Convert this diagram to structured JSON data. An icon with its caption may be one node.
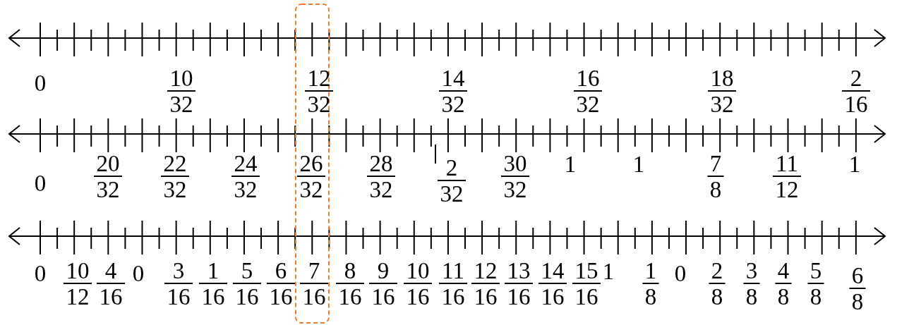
{
  "diagram": {
    "labels": [
      "0",
      "10",
      "32",
      "12",
      "32",
      "14",
      "32",
      "16",
      "32",
      "18",
      "32",
      "2",
      "16",
      "0",
      "20",
      "32",
      "22",
      "32",
      "24",
      "32",
      "26",
      "32",
      "28",
      "32",
      "2",
      "32",
      "30",
      "32",
      "1",
      "1",
      "7",
      "8",
      "11",
      "12",
      "1",
      "0",
      "10",
      "12",
      "4",
      "16",
      "0",
      "3",
      "16",
      "1",
      "16",
      "5",
      "16",
      "6",
      "16",
      "7",
      "16",
      "8",
      "16",
      "9",
      "16",
      "10",
      "16",
      "11",
      "16",
      "12",
      "16",
      "13",
      "16",
      "14",
      "16",
      "15",
      "16",
      "1",
      "1",
      "8",
      "0",
      "2",
      "8",
      "3",
      "8",
      "4",
      "8",
      "5",
      "8",
      "6",
      "8"
    ]
  }
}
